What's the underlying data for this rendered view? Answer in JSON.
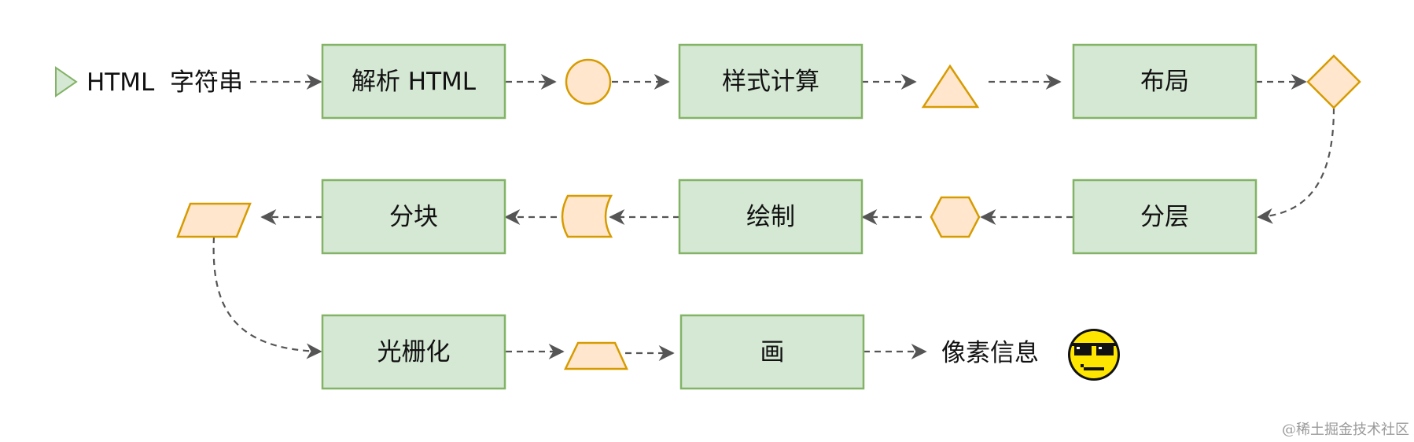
{
  "start": {
    "label": "HTML  字符串",
    "icon": "green-triangle-icon"
  },
  "steps": [
    {
      "id": "parse",
      "label": "解析 HTML"
    },
    {
      "id": "style",
      "label": "样式计算"
    },
    {
      "id": "layout",
      "label": "布局"
    },
    {
      "id": "layer",
      "label": "分层"
    },
    {
      "id": "paint",
      "label": "绘制"
    },
    {
      "id": "tile",
      "label": "分块"
    },
    {
      "id": "raster",
      "label": "光栅化"
    },
    {
      "id": "draw",
      "label": "画"
    }
  ],
  "intermediates": [
    {
      "id": "dom",
      "icon": "circle-icon"
    },
    {
      "id": "computed-style",
      "icon": "triangle-icon"
    },
    {
      "id": "layout-tree",
      "icon": "diamond-icon"
    },
    {
      "id": "layer-tree",
      "icon": "hexagon-icon"
    },
    {
      "id": "paint-list",
      "icon": "stored-data-icon"
    },
    {
      "id": "tiles",
      "icon": "parallelogram-icon"
    },
    {
      "id": "bitmap",
      "icon": "trapezoid-icon"
    }
  ],
  "end": {
    "label": "像素信息",
    "icon": "sunglasses-smiley-icon"
  },
  "watermark": "@稀土掘金技术社区",
  "colors": {
    "box_fill": "#d5e8d4",
    "box_stroke": "#82b366",
    "shape_fill": "#ffe6cc",
    "shape_stroke": "#d79b00",
    "connector": "#555555",
    "start_triangle_fill": "#d5e8d4",
    "start_triangle_stroke": "#82b366"
  }
}
